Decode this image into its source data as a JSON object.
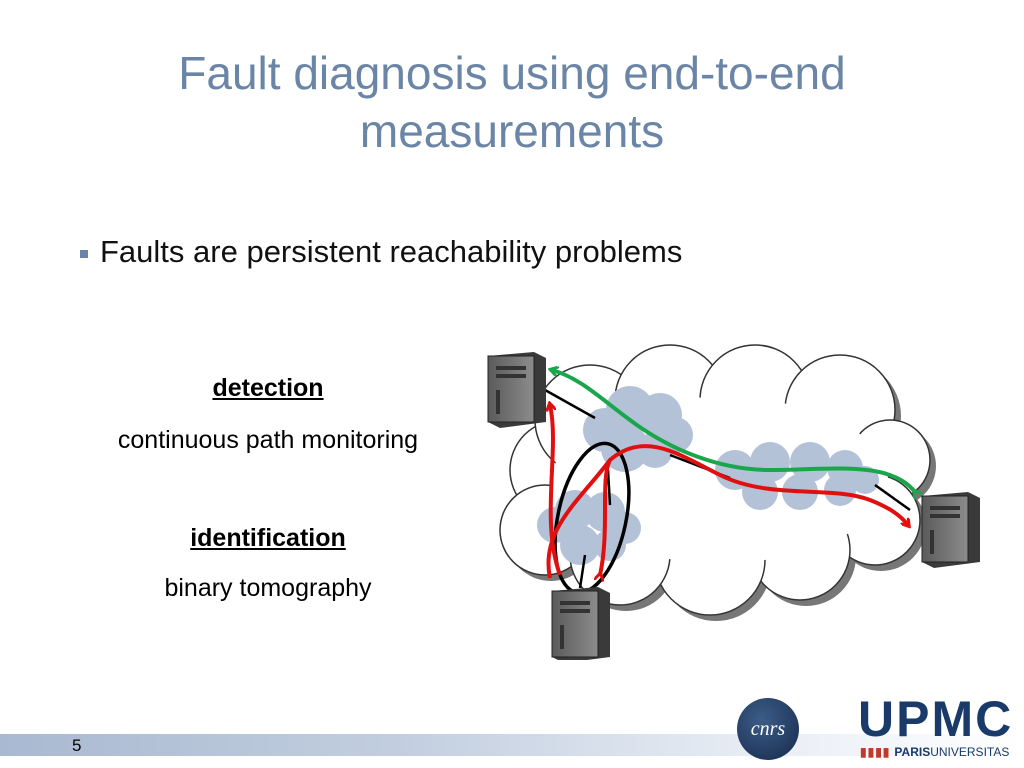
{
  "slide": {
    "title": "Fault diagnosis using end-to-end measurements",
    "bullet": "Faults are persistent reachability problems",
    "detection_heading": "detection",
    "detection_text": "continuous path monitoring",
    "identification_heading": "identification",
    "identification_text": "binary tomography",
    "page_number": "5"
  },
  "logos": {
    "cnrs": "cnrs",
    "upmc": "UPMC",
    "paris": "PARIS",
    "universitas": "UNIVERSITAS"
  },
  "colors": {
    "title": "#6a85a6",
    "green_path": "#1aa64a",
    "red_path": "#e01010",
    "cloud_fill": "#b4c2d8"
  }
}
